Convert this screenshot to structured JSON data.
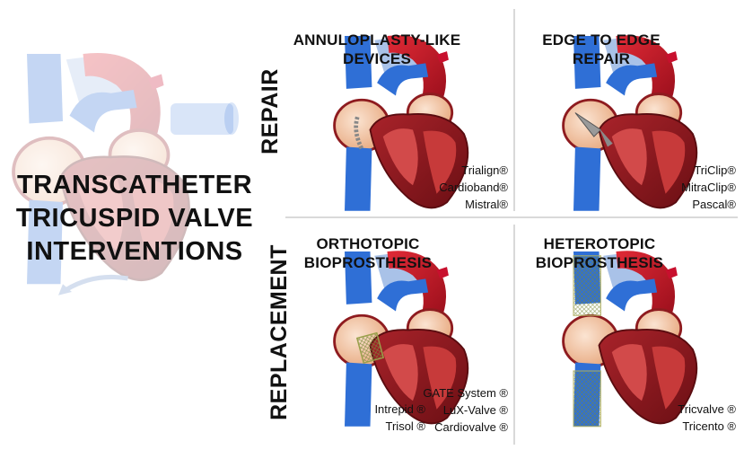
{
  "main_title": [
    "TRANSCATHETER",
    "TRICUSPID VALVE",
    "INTERVENTIONS"
  ],
  "sections": {
    "repair": "REPAIR",
    "replacement": "REPLACEMENT"
  },
  "panels": [
    {
      "id": "annuloplasty",
      "title": [
        "ANNULOPLASTY-LIKE",
        "DEVICES"
      ],
      "devices": [
        "Trialign®",
        "Cardioband®",
        "Mistral®"
      ]
    },
    {
      "id": "edge",
      "title": [
        "EDGE TO EDGE",
        "REPAIR"
      ],
      "devices": [
        "TriClip®",
        "MitraClip®",
        "Pascal®"
      ]
    },
    {
      "id": "orthotopic",
      "title": [
        "ORTHOTOPIC",
        "BIOPROSTHESIS"
      ],
      "devices_left": [
        "Intrepid ®",
        "Trisol ®"
      ],
      "devices": [
        "GATE System ®",
        "LuX-Valve ®",
        "Cardiovalve ®"
      ]
    },
    {
      "id": "heterotopic",
      "title": [
        "HETEROTOPIC",
        "BIOPROSTHESIS"
      ],
      "devices": [
        "Tricvalve ®",
        "Tricento ®"
      ]
    }
  ],
  "colors": {
    "vein_blue": "#2f6fd6",
    "vein_blue_light": "#b6cbea",
    "aorta_red": "#c8102e",
    "myocardium": "#8e1b1f",
    "chamber_peach": "#f2c9a6",
    "chamber_peach_light": "#f6e0cf",
    "divider": "#d9d9d9"
  }
}
